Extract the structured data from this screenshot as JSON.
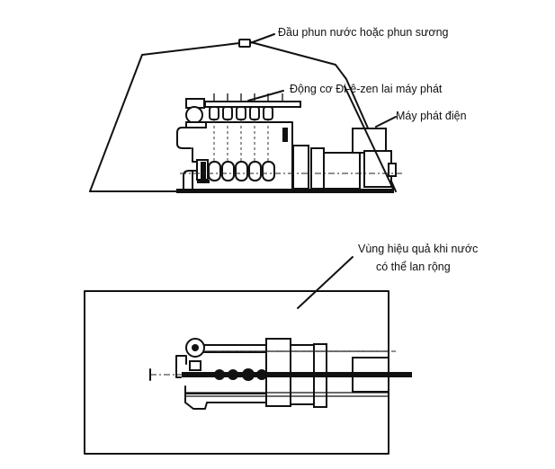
{
  "diagram": {
    "type": "engineering-schematic",
    "views": [
      "side-elevation",
      "plan"
    ],
    "labels": {
      "nozzle": "Đầu phun nước hoặc phun sương",
      "diesel_engine": "Động cơ Đi-ê-zen lai máy phát",
      "generator": "Máy phát điện",
      "coverage_line1": "Vùng hiệu quả khi nước",
      "coverage_line2": "có thể lan rộng"
    },
    "cylinders": 5,
    "colors": {
      "line": "#111111",
      "background": "#ffffff"
    }
  }
}
